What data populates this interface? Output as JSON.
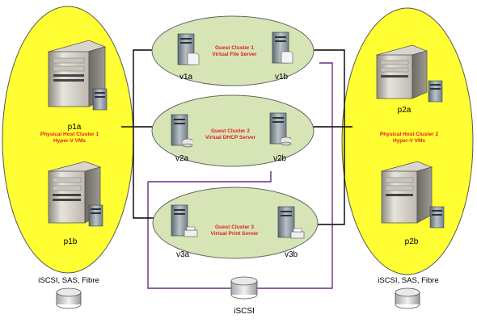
{
  "hosts": {
    "left": {
      "title_line1": "Physical Host Cluster 1",
      "title_line2": "Hyper-V VMs",
      "node_top": "p1a",
      "node_bottom": "p1b",
      "storage": "iSCSI, SAS, Fibre"
    },
    "right": {
      "title_line1": "Physical Host Cluster 2",
      "title_line2": "Hyper-V VMs",
      "node_top": "p2a",
      "node_bottom": "p2b",
      "storage": "iSCSI, SAS, Fibre"
    }
  },
  "guest_clusters": [
    {
      "title_line1": "Guest Cluster 1",
      "title_line2": "Virtual File Server",
      "vm_left": "v1a",
      "vm_right": "v1b"
    },
    {
      "title_line1": "Guest Cluster 2",
      "title_line2": "Virtual DHCP Server",
      "vm_left": "v2a",
      "vm_right": "v2b"
    },
    {
      "title_line1": "Guest Cluster 3",
      "title_line2": "Virtual Print Server",
      "vm_left": "v3a",
      "vm_right": "v3b"
    }
  ],
  "shared_storage": {
    "label": "iSCSI"
  },
  "colors": {
    "host_ellipse": "#ffff33",
    "guest_ellipse": "#d7e5b6",
    "title_text": "#e02020",
    "network_line": "#000000",
    "storage_line": "#6a2a8a"
  }
}
